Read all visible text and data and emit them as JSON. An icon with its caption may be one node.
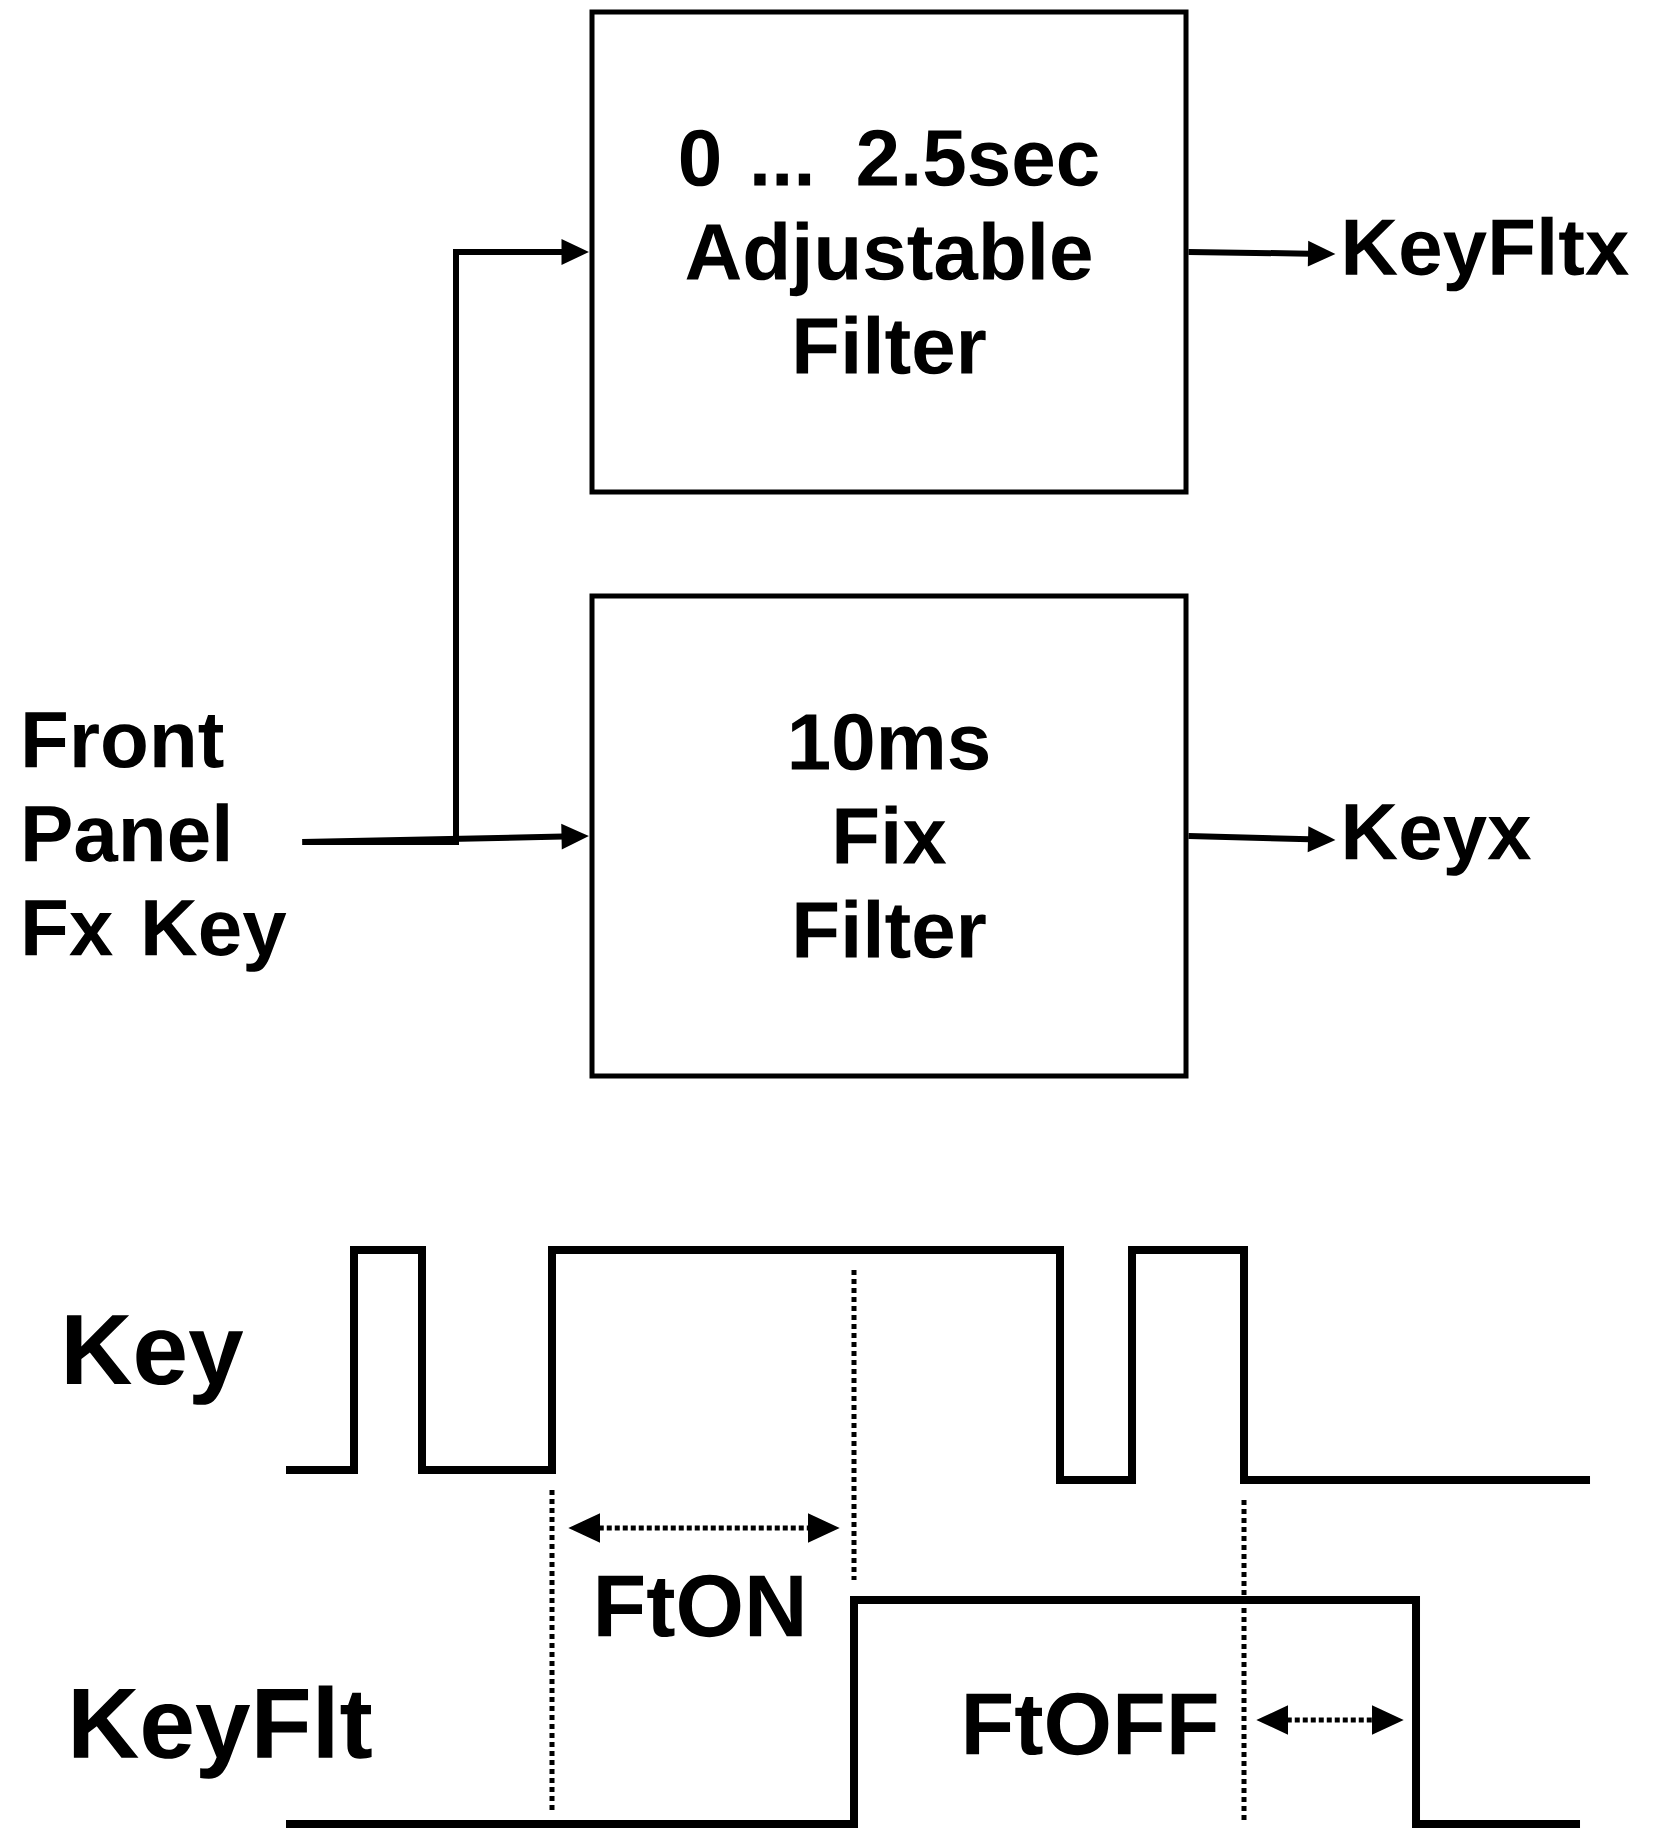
{
  "diagram": {
    "nodes": [
      {
        "text": [
          "Front Panel Fx Key"
        ]
      },
      {
        "text": [
          "0 ... 2.5sec Adjustable Filter"
        ]
      },
      {
        "text": [
          "10ms Fix Filter"
        ]
      },
      {
        "text": [
          "KeyFltx"
        ]
      },
      {
        "text": [
          "Keyx"
        ]
      }
    ],
    "edges": [
      {
        "from": 0,
        "to": 1,
        "arrow": "to"
      },
      {
        "from": 0,
        "to": 2,
        "arrow": "to"
      },
      {
        "from": 1,
        "to": 3,
        "arrow": "to"
      },
      {
        "from": 2,
        "to": 4,
        "arrow": "to"
      }
    ],
    "labels": [
      "Key",
      "FtON",
      "KeyFlt",
      "FtOFF"
    ]
  }
}
